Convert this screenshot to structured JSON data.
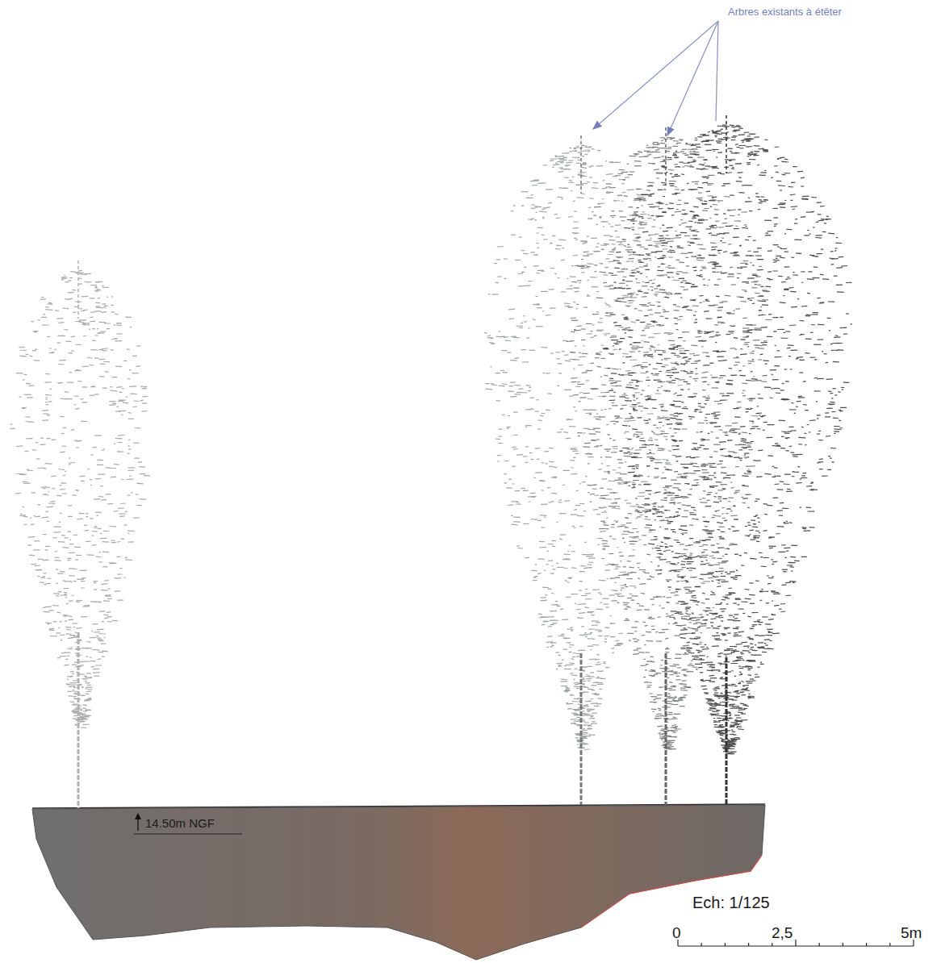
{
  "diagram": {
    "labels": [
      "Arbres existants à étêter",
      "14.50m NGF",
      "Ech: 1/125",
      "0",
      "2,5",
      "5m"
    ]
  }
}
